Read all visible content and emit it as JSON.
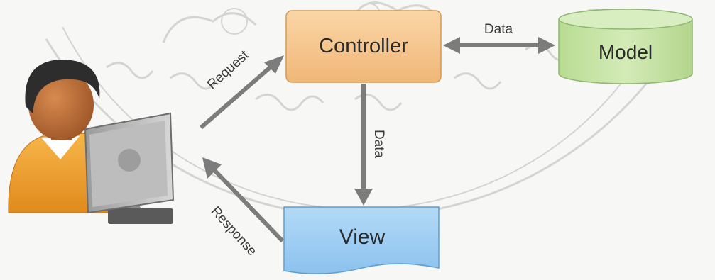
{
  "diagram": {
    "nodes": {
      "controller": {
        "label": "Controller"
      },
      "model": {
        "label": "Model"
      },
      "view": {
        "label": "View"
      }
    },
    "edges": {
      "request": {
        "label": "Request"
      },
      "response": {
        "label": "Response"
      },
      "controller_model": {
        "label": "Data"
      },
      "controller_view": {
        "label": "Data"
      }
    },
    "user_icon": "user-at-computer-icon",
    "watermark": "seal-watermark",
    "colors": {
      "controller_fill": "#f4c48c",
      "controller_stroke": "#d39a55",
      "model_fill": "#c6e3a6",
      "model_stroke": "#8fb870",
      "view_fill": "#9ecdf2",
      "view_stroke": "#5d9fd2",
      "arrow": "#7c7c7c",
      "watermark": "#c9c9c9"
    }
  }
}
